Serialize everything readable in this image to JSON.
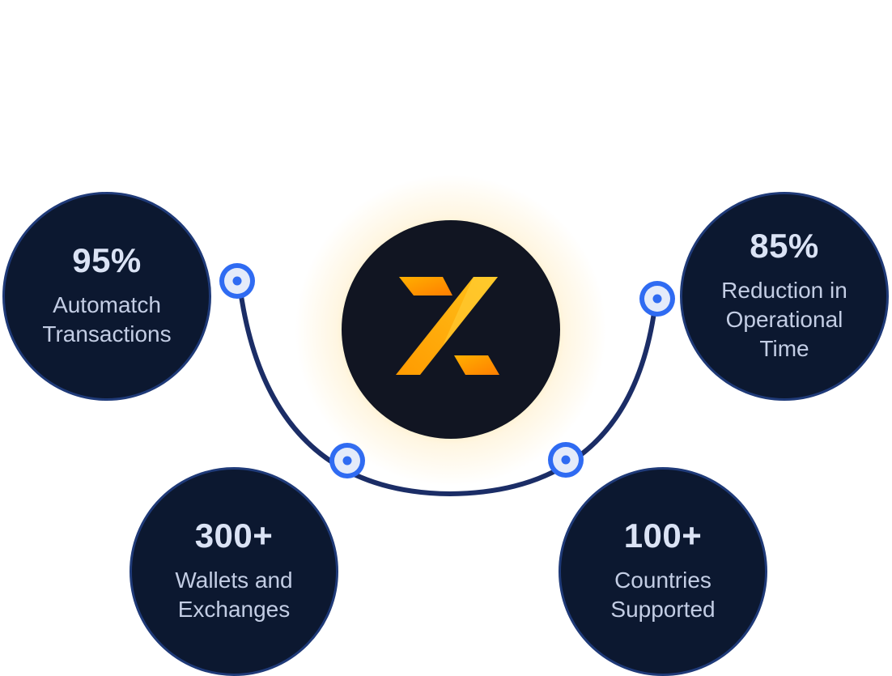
{
  "hub": {
    "logo_icon": "x-logo-icon",
    "logo_colors": [
      "#ffb400",
      "#ff8a00"
    ]
  },
  "stats": [
    {
      "value": "95%",
      "label": "Automatch\nTransactions"
    },
    {
      "value": "85%",
      "label": "Reduction in\nOperational\nTime"
    },
    {
      "value": "300+",
      "label": "Wallets and\nExchanges"
    },
    {
      "value": "100+",
      "label": "Countries\nSupported"
    }
  ],
  "colors": {
    "circle_fill": "#0c1830",
    "circle_border": "#1f3a78",
    "connector": "#1b2d66",
    "node": "#2f6bf2",
    "glow": "#ffc43c"
  }
}
